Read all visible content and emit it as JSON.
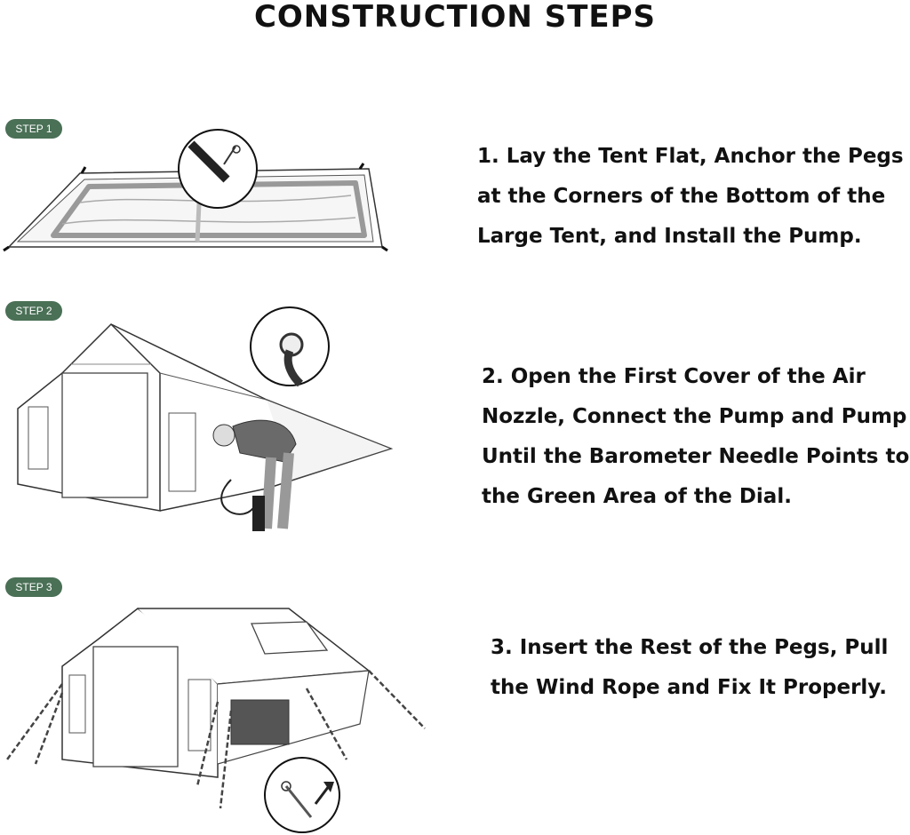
{
  "page": {
    "title": "CONSTRUCTION STEPS"
  },
  "steps": [
    {
      "badge": "STEP 1",
      "lines": [
        "1. Lay the Tent Flat, Anchor the Pegs",
        "at the Corners of the Bottom of the",
        "Large Tent, and Install the Pump."
      ]
    },
    {
      "badge": "STEP 2",
      "lines": [
        "2. Open the First Cover of the Air",
        "Nozzle, Connect the Pump and Pump",
        "Until the Barometer Needle Points to",
        "the Green Area of the Dial."
      ]
    },
    {
      "badge": "STEP 3",
      "lines": [
        "3. Insert the Rest of the Pegs, Pull",
        "the Wind Rope and Fix It Properly."
      ]
    }
  ],
  "colors": {
    "badge_bg": "#4a7056",
    "text": "#111111"
  }
}
